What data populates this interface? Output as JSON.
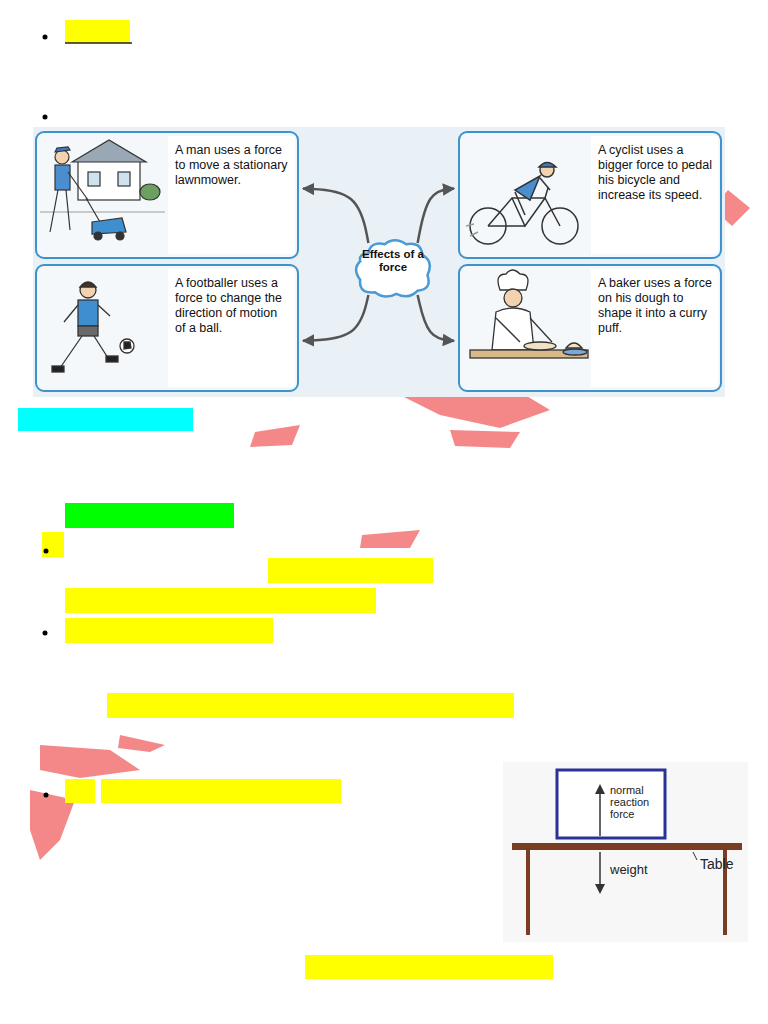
{
  "diagram": {
    "nodes": [
      {
        "text": [
          "A man uses a force to move a stationary lawnmower."
        ]
      },
      {
        "text": [
          "A cyclist uses a bigger force to pedal his bicycle and increase its speed."
        ]
      },
      {
        "text": [
          "Effects of a force"
        ]
      },
      {
        "text": [
          "A footballer uses a force to change the direction of motion of a ball."
        ]
      },
      {
        "text": [
          "A baker uses a force on his dough to shape it into a curry puff."
        ]
      }
    ],
    "edges": [
      {
        "from": 2,
        "to": 0,
        "arrow": "to"
      },
      {
        "from": 2,
        "to": 1,
        "arrow": "to"
      },
      {
        "from": 2,
        "to": 3,
        "arrow": "to"
      },
      {
        "from": 2,
        "to": 4,
        "arrow": "to"
      }
    ],
    "labels": [
      "normal reaction force",
      "weight",
      "Table"
    ]
  }
}
